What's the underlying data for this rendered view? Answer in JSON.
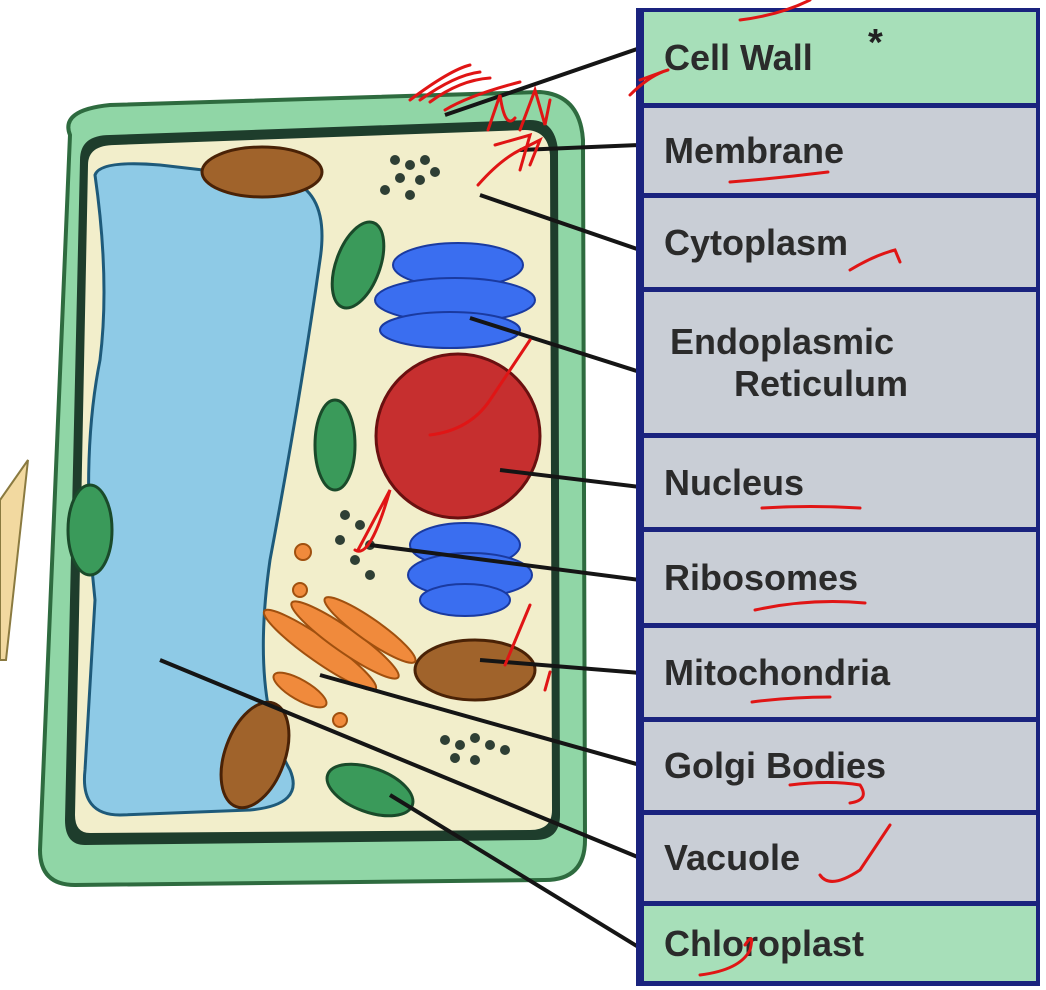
{
  "labels": [
    {
      "text": "Cell Wall",
      "kind": "wall"
    },
    {
      "text": "Membrane",
      "kind": "gray"
    },
    {
      "text": "Cytoplasm",
      "kind": "gray"
    },
    {
      "text": "Endoplasmic",
      "text2": "Reticulum",
      "kind": "gray"
    },
    {
      "text": "Nucleus",
      "kind": "gray"
    },
    {
      "text": "Ribosomes",
      "kind": "gray"
    },
    {
      "text": "Mitochondria",
      "kind": "gray"
    },
    {
      "text": "Golgi Bodies",
      "kind": "gray"
    },
    {
      "text": "Vacuole",
      "kind": "gray"
    },
    {
      "text": "Chloroplast",
      "kind": "wall"
    }
  ],
  "asterisk": "*",
  "colors": {
    "cell_wall": "#90d6a6",
    "cell_wall_outline": "#2e6b3f",
    "cytoplasm": "#f2eecb",
    "vacuole": "#8ecae6",
    "nucleus": "#c62f2f",
    "er": "#3a6ef0",
    "golgi": "#f08a3c",
    "mitochondria": "#8a4a12",
    "chloroplast": "#3a9a5a",
    "label_gray": "#c9ced6",
    "label_green": "#a7dfb9",
    "panel_border": "#1a237e",
    "annotation_ink": "#e01515"
  }
}
